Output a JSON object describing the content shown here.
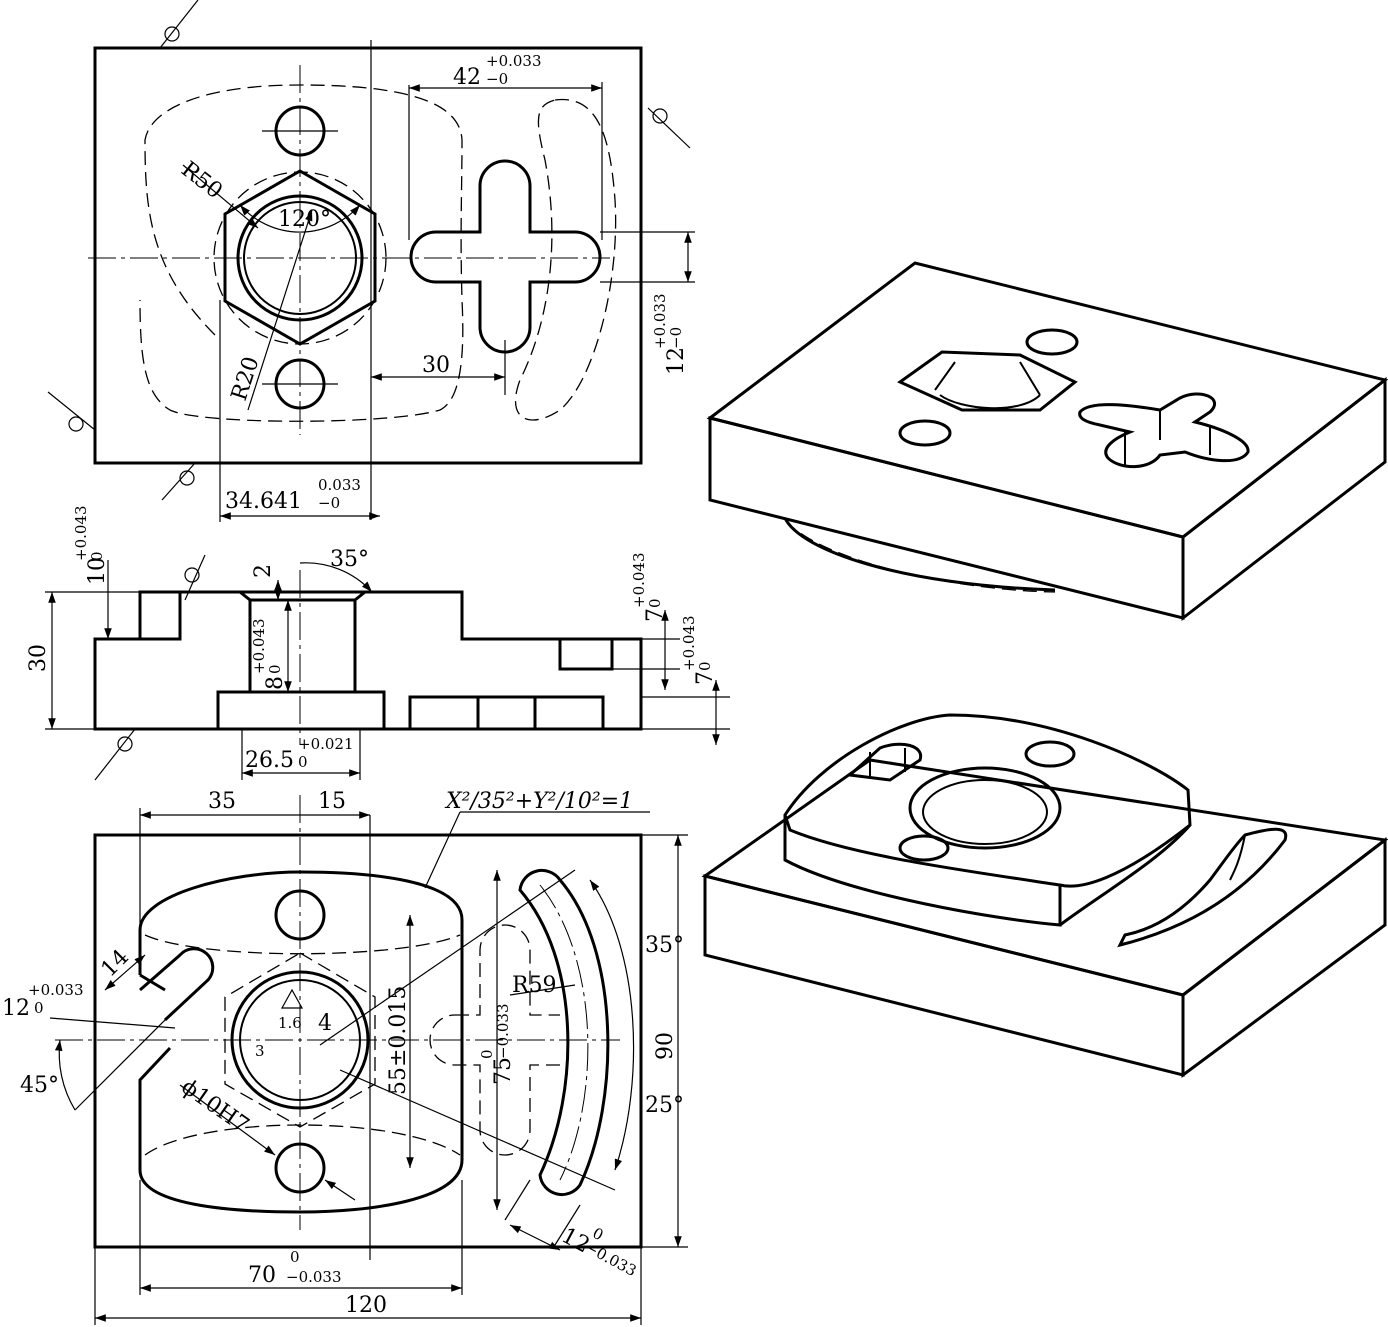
{
  "top_view": {
    "dim_42": "42",
    "dim_42_upper": "+0.033",
    "dim_42_lower": "−0",
    "dim_r50": "R50",
    "dim_120deg": "120°",
    "dim_r20": "R20",
    "dim_30": "30",
    "dim_12": "12",
    "dim_12_upper": "+0.033",
    "dim_12_lower": "−0",
    "dim_34641": "34.641",
    "dim_34641_upper": "0.033",
    "dim_34641_lower": "−0"
  },
  "section_view": {
    "dim_10": "10",
    "dim_10_upper": "+0.043",
    "dim_10_lower": "0",
    "dim_2": "2",
    "dim_35deg": "35°",
    "dim_30": "30",
    "dim_8": "8",
    "dim_8_upper": "+0.043",
    "dim_8_lower": "0",
    "dim_7a": "7",
    "dim_7a_upper": "+0.043",
    "dim_7a_lower": "0",
    "dim_7b": "7",
    "dim_7b_upper": "+0.043",
    "dim_7b_lower": "0",
    "dim_265": "26.5",
    "dim_265_upper": "+0.021",
    "dim_265_lower": "0"
  },
  "bottom_view": {
    "dim_35": "35",
    "dim_15": "15",
    "ellipse_eq": "X²/35²+Y²/10²=1",
    "dim_14": "14",
    "dim_12": "12",
    "dim_12_upper": "+0.033",
    "dim_12_lower": "0",
    "dim_45deg": "45°",
    "roughness": "1.6",
    "dim_3": "3",
    "dim_4": "4",
    "dim_55": "55±0.015",
    "dim_75": "75",
    "dim_75_upper": "0",
    "dim_75_lower": "−0.033",
    "dim_r59": "R59",
    "dim_35deg": "35°",
    "dim_25deg": "25°",
    "dim_90": "90",
    "dim_phi10": "ϕ10H7",
    "dim_12b": "12",
    "dim_12b_upper": "0",
    "dim_12b_lower": "−0.033",
    "dim_70": "70",
    "dim_70_upper": "0",
    "dim_70_lower": "−0.033",
    "dim_120": "120"
  }
}
